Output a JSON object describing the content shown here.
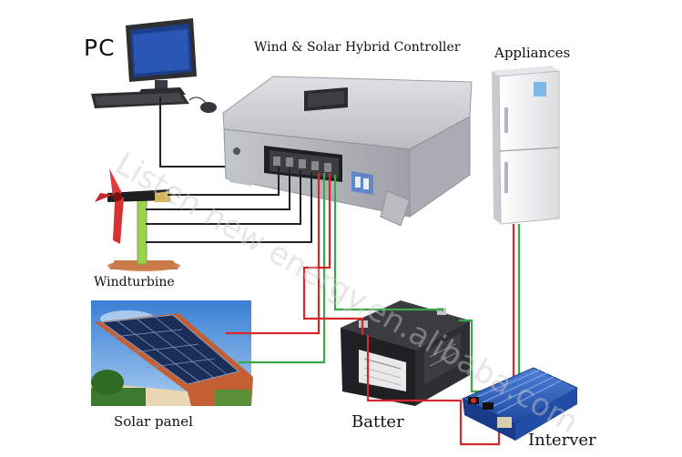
{
  "labels": {
    "pc": "PC",
    "controller": "Wind & Solar  Hybrid Controller",
    "appliances": "Appliances",
    "windturbine": "Windturbine",
    "solar_panel": "Solar panel",
    "battery": "Batter",
    "inverter": "Interver"
  },
  "watermark": "Listen new energy.en.alibaba.com",
  "colors": {
    "wire_positive": "#d8262b",
    "wire_negative": "#3aa84a",
    "wire_signal": "#222222",
    "controller_body": "#c9ccd0",
    "inverter_body": "#2c5bb8",
    "sky": "#3f87d8"
  }
}
